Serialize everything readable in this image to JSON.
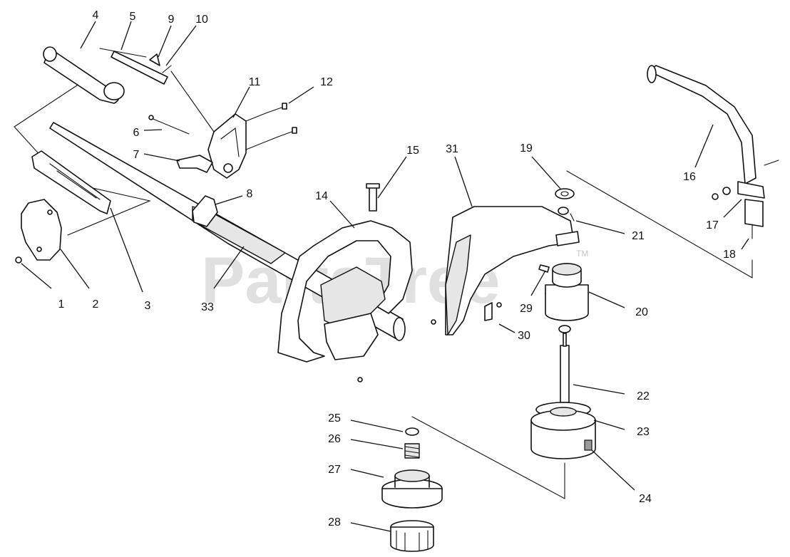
{
  "watermark": {
    "text": "PartsTree",
    "mark": "TM"
  },
  "callouts": [
    "1",
    "2",
    "3",
    "4",
    "5",
    "6",
    "7",
    "8",
    "9",
    "10",
    "11",
    "12",
    "14",
    "15",
    "16",
    "17",
    "18",
    "19",
    "20",
    "21",
    "22",
    "23",
    "24",
    "25",
    "26",
    "27",
    "28",
    "29",
    "30",
    "31",
    "33"
  ]
}
